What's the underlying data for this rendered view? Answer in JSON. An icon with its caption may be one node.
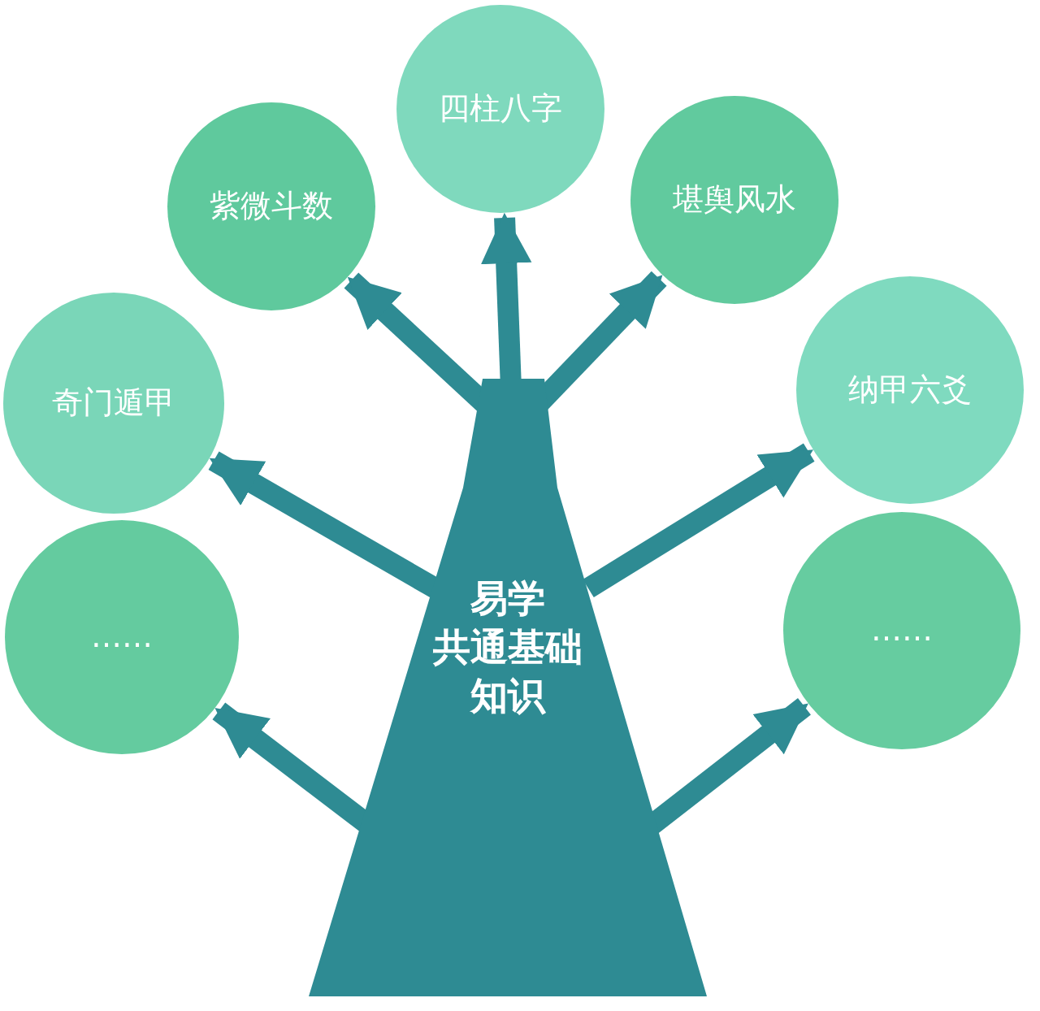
{
  "diagram": {
    "nodes": [
      {
        "text": [
          "易学",
          "共通基础",
          "知识"
        ]
      },
      {
        "text": [
          "四柱八字"
        ]
      },
      {
        "text": [
          "紫微斗数"
        ]
      },
      {
        "text": [
          "堪舆风水"
        ]
      },
      {
        "text": [
          "奇门遁甲"
        ]
      },
      {
        "text": [
          "纳甲六爻"
        ]
      },
      {
        "text": [
          "……"
        ]
      },
      {
        "text": [
          "……"
        ]
      }
    ],
    "edges": [
      {
        "from": 0,
        "to": 1,
        "arrow": "to"
      },
      {
        "from": 0,
        "to": 2,
        "arrow": "to"
      },
      {
        "from": 0,
        "to": 3,
        "arrow": "to"
      },
      {
        "from": 0,
        "to": 4,
        "arrow": "to"
      },
      {
        "from": 0,
        "to": 5,
        "arrow": "to"
      },
      {
        "from": 0,
        "to": 6,
        "arrow": "to"
      },
      {
        "from": 0,
        "to": 7,
        "arrow": "to"
      }
    ]
  }
}
